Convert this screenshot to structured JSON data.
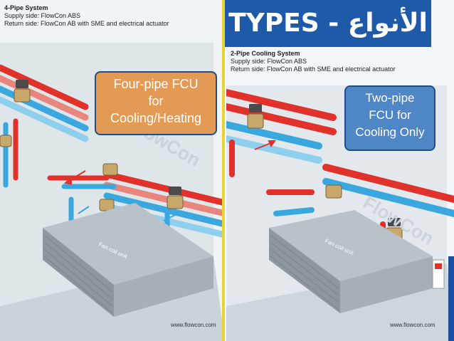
{
  "title": {
    "text": "TYPES - الأنواع"
  },
  "left": {
    "header_title": "4-Pipe System",
    "supply": "Supply side: FlowCon ABS",
    "return": "Return side: FlowCon AB with SME and electrical actuator",
    "callout": [
      "Four-pipe  FCU",
      "for",
      "Cooling/Heating"
    ],
    "unit_label": "Fan coil unit",
    "url": "www.flowcon.com",
    "watermark": "FlowCon"
  },
  "right": {
    "header_title": "2-Pipe Cooling System",
    "supply": "Supply side: FlowCon ABS",
    "return": "Return side: FlowCon AB with SME and electrical actuator",
    "callout": [
      "Two-pipe",
      "FCU for",
      "Cooling Only"
    ],
    "unit_label": "Fan coil unit",
    "url": "www.flowcon.com",
    "watermark": "FlowCon"
  },
  "colors": {
    "title_bg": "#1f5aa8",
    "hot_pipe": "#e0322a",
    "cold_pipe": "#3aa7de",
    "callout_left": "#e39a55",
    "callout_right": "#4f86c6"
  }
}
